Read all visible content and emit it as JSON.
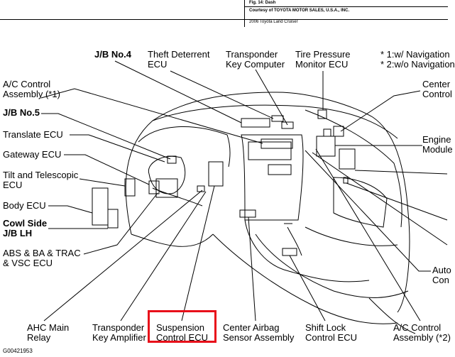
{
  "header": {
    "fig": "Fig. 14: Dash",
    "courtesy": "Courtesy of TOYOTA MOTOR SALES, U.S.A., INC.",
    "model": "2006 Toyota Land Cruiser"
  },
  "labels": {
    "jb_no4": "J/B No.4",
    "theft_1": "Theft Deterrent",
    "theft_2": "ECU",
    "transponder_key_computer_1": "Transponder",
    "transponder_key_computer_2": "Key Computer",
    "tire_1": "Tire Pressure",
    "tire_2": "Monitor ECU",
    "notes_1": "* 1:w/ Navigation",
    "notes_2": "* 2:w/o Navigation",
    "ac_control_1": "A/C Control",
    "ac_control_2": "Assembly (*1)",
    "jb_no5": "J/B No.5",
    "translate": "Translate ECU",
    "gateway": "Gateway ECU",
    "tilt_1": "Tilt and Telescopic",
    "tilt_2": "ECU",
    "body": "Body ECU",
    "cowl_1": "Cowl Side",
    "cowl_2": "J/B LH",
    "abs_1": "ABS & BA & TRAC",
    "abs_2": "& VSC ECU",
    "center_r_1": "Center",
    "center_r_2": "Control",
    "engine_1": "Engine",
    "engine_2": "Module",
    "auto_1": "Auto",
    "auto_2": "Con",
    "ahc_1": "AHC Main",
    "ahc_2": "Relay",
    "transponder_amp_1": "Transponder",
    "transponder_amp_2": "Key Amplifier",
    "suspension_1": "Suspension",
    "suspension_2": "Control ECU",
    "airbag_1": "Center Airbag",
    "airbag_2": "Sensor Assembly",
    "shiftlock_1": "Shift Lock",
    "shiftlock_2": "Control ECU",
    "ac_control2_1": "A/C Control",
    "ac_control2_2": "Assembly (*2)",
    "figure_id": "G00421953"
  },
  "colors": {
    "highlight": "#e8101a",
    "line": "#000000"
  }
}
